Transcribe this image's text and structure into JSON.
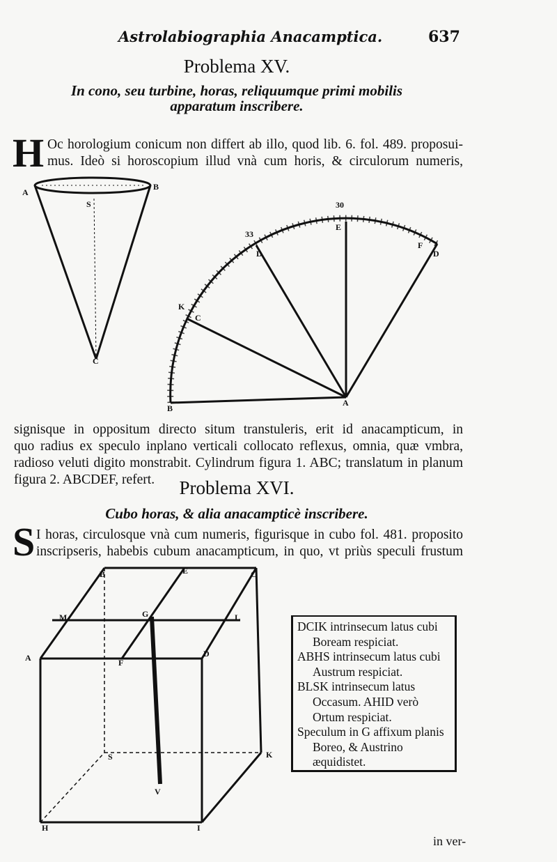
{
  "header": {
    "running_title": "Astrolabiographia Anacamptica.",
    "page_number": "637"
  },
  "problem15": {
    "title": "Problema XV.",
    "subtitle_line1": "In cono, seu turbine, horas, reliquumque primi mobilis",
    "subtitle_line2": "apparatum inscribere.",
    "drop_cap": "H",
    "para1": [
      "Oc horologium conicum non differt ab illo, quod lib. 6. fol. 489. proposui-",
      "mus. Ideò si horoscopium illud vnà cum horis, & circulorum numeris,"
    ],
    "para2": [
      "signisque in oppositum directo situm transtuleris, erit id anacampticum, in",
      "quo radius ex speculo inplano verticali collocato reflexus, omnia, quæ vmbra,",
      "radioso veluti digito monstrabit. Cylindrum figura 1. ABC; translatum in planum",
      "figura 2. ABCDEF, refert."
    ]
  },
  "figure_cone": {
    "labels": [
      "A",
      "B",
      "S",
      "C"
    ]
  },
  "figure_quadrant": {
    "labels": [
      "B",
      "A",
      "C",
      "K",
      "D",
      "33",
      "E",
      "30",
      "F",
      "D"
    ]
  },
  "problem16": {
    "title": "Problema XVI.",
    "subtitle": "Cubo horas, & alia anacampticè inscribere.",
    "drop_cap": "S",
    "para": [
      "I horas, circulosque vnà cum numeris, figurisque in cubo fol. 481. proposito",
      "inscripseris, habebis cubum anacampticum, in quo, vt priùs speculi frustum"
    ]
  },
  "figure_cube": {
    "labels": [
      "B",
      "E",
      "C",
      "M",
      "G",
      "L",
      "A",
      "F",
      "D",
      "S",
      "K",
      "H",
      "V",
      "I"
    ]
  },
  "legend_box": [
    "DCIK intrinsecum latus cubi Boream respiciat.",
    "ABHS intrinsecum latus cubi Austrum respiciat.",
    "BLSK intrinsecum latus Occasum. AHID verò Ortum respiciat.",
    "Speculum in G affixum planis Boreo, & Austrino æquidistet."
  ],
  "footer": {
    "catchword": "in ver-"
  }
}
